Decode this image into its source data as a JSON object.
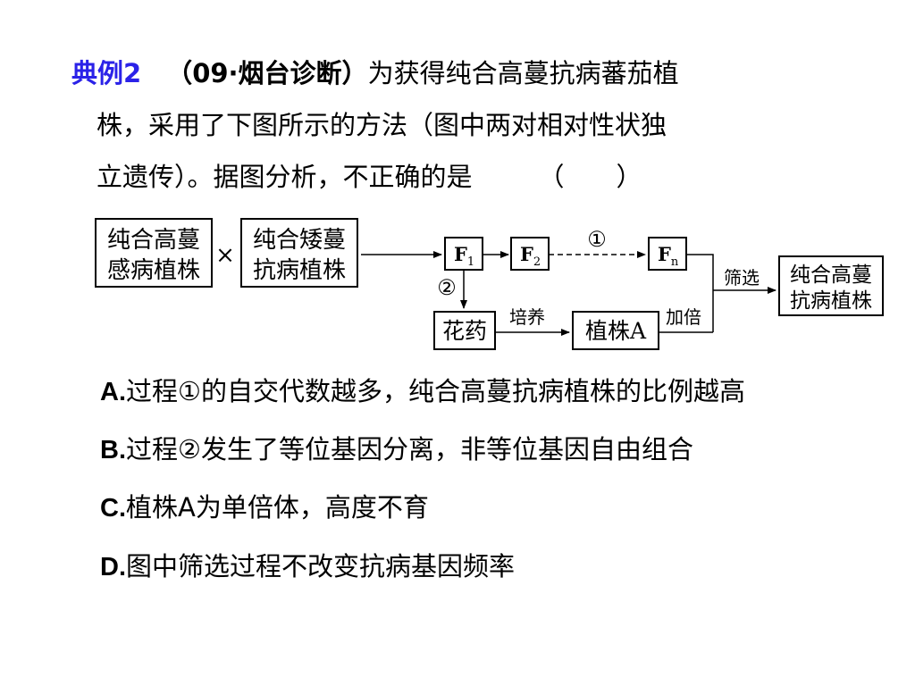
{
  "question": {
    "label": "典例2",
    "source": "（09·烟台诊断）",
    "line1": "为获得纯合高蔓抗病蕃茄植",
    "line2": "株，采用了下图所示的方法（图中两对相对性状独",
    "line3": "立遗传）。据图分析，不正确的是",
    "blank": "（　　）"
  },
  "diagram": {
    "parent1_line1": "纯合高蔓",
    "parent1_line2": "感病植株",
    "cross_symbol": "×",
    "parent2_line1": "纯合矮蔓",
    "parent2_line2": "抗病植株",
    "f1_base": "F",
    "f1_sub": "1",
    "f2_base": "F",
    "f2_sub": "2",
    "fn_base": "F",
    "fn_sub": "n",
    "process1_marker": "①",
    "process2_marker": "②",
    "screen_label": "筛选",
    "result_line1": "纯合高蔓",
    "result_line2": "抗病植株",
    "anther": "花药",
    "culture_label": "培养",
    "plant_a": "植株A",
    "double_label": "加倍"
  },
  "options": [
    {
      "letter": "A.",
      "text": "过程①的自交代数越多，纯合高蔓抗病植株的比例越高"
    },
    {
      "letter": "B.",
      "text": "过程②发生了等位基因分离，非等位基因自由组合"
    },
    {
      "letter": "C.",
      "text": "植株A为单倍体，高度不育"
    },
    {
      "letter": "D.",
      "text": "图中筛选过程不改变抗病基因频率"
    }
  ]
}
